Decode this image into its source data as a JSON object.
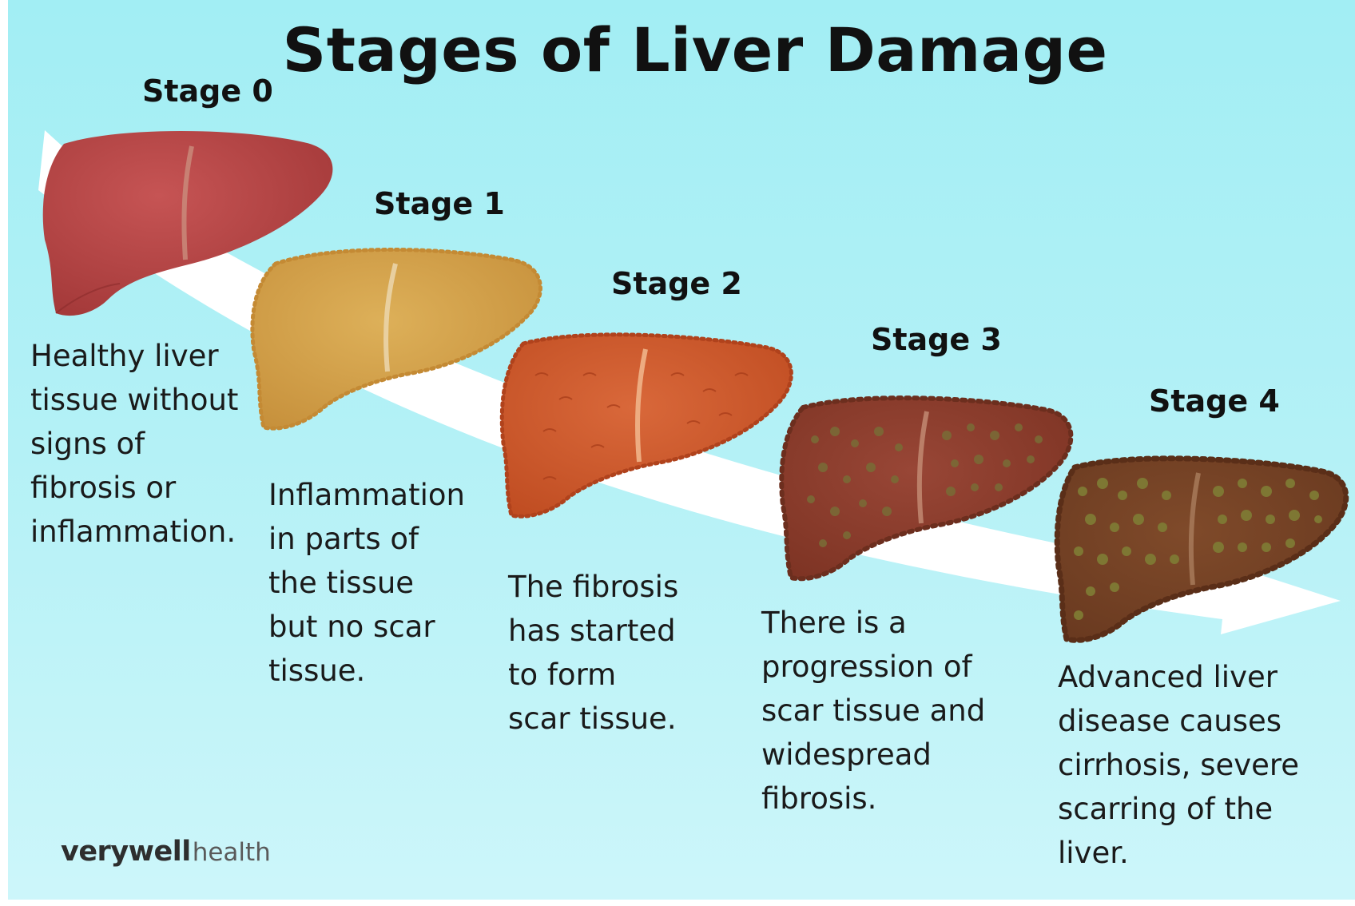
{
  "title": "Stages of Liver Damage",
  "stages": [
    {
      "label": "Stage 0",
      "description": "Healthy liver\ntissue without\nsigns of\nfibrosis or\ninflammation.",
      "liver_color": "#b54444"
    },
    {
      "label": "Stage 1",
      "description": "Inflammation\nin parts of\nthe tissue\nbut no scar\ntissue.",
      "liver_color": "#d6a24a"
    },
    {
      "label": "Stage 2",
      "description": "The fibrosis\nhas started\nto form\nscar tissue.",
      "liver_color": "#cf5a2c"
    },
    {
      "label": "Stage 3",
      "description": "There is a\nprogression of\nscar tissue and\nwidespread\nfibrosis.",
      "liver_color": "#8e3d2c"
    },
    {
      "label": "Stage 4",
      "description": "Advanced liver\ndisease causes\ncirrhosis, severe\nscarring of the\nliver.",
      "liver_color": "#7a4426"
    }
  ],
  "brand": {
    "main": "verywell",
    "sub": "health"
  },
  "colors": {
    "background_top": "#a2eef4",
    "background_bottom": "#cdf6fa",
    "arrow": "#ffffff",
    "text": "#111111"
  }
}
